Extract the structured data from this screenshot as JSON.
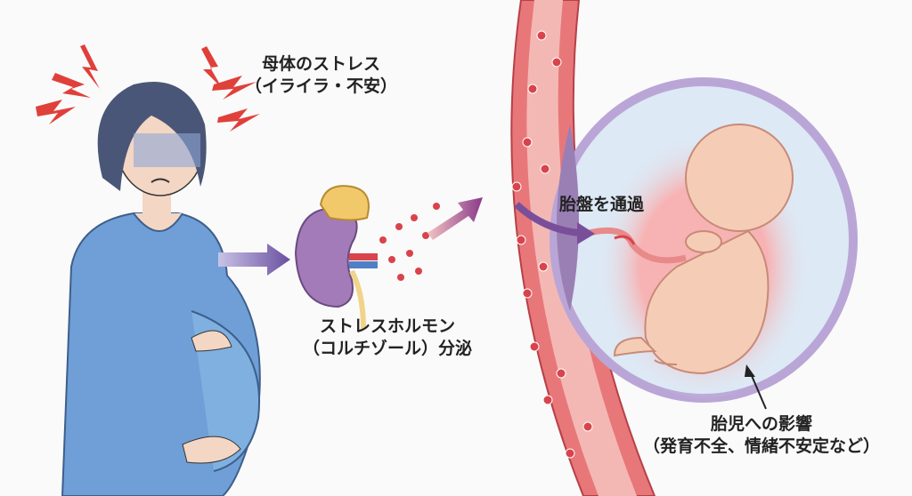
{
  "labels": {
    "maternal_stress": "母体のストレス",
    "maternal_stress_detail": "（イライラ・不安）",
    "stress_hormone": "ストレスホルモン",
    "stress_hormone_detail": "（コルチゾール）分泌",
    "placenta": "胎盤を通過",
    "fetal_effect": "胎児への影響",
    "fetal_effect_detail": "（発育不全、情緒不安定など）"
  },
  "colors": {
    "dress": "#6f9fd6",
    "hair": "#4a5677",
    "wall": "#e8777a",
    "blood_cell": "#d9434b",
    "arrow": "#6a4fa0",
    "sac": "#b9a6d6",
    "fetus": "#f5cdb6",
    "lightning": "#e0403a"
  }
}
